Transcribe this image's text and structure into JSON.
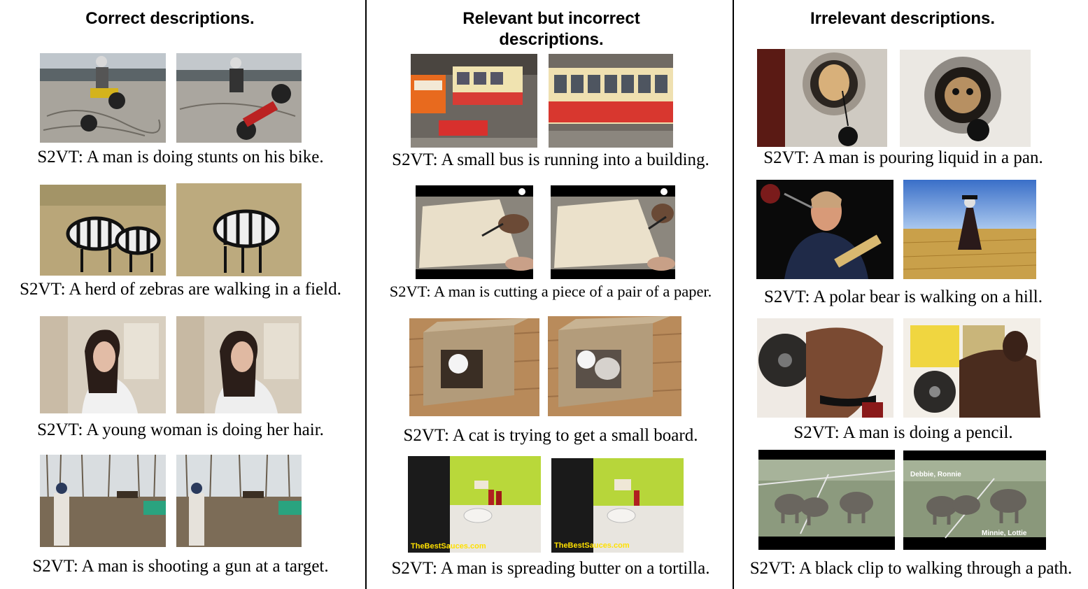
{
  "columns": [
    {
      "title": "Correct descriptions.",
      "examples": [
        {
          "caption": "S2VT: A man is doing stunts on his bike.",
          "scene": "motorbike-stunt-frames"
        },
        {
          "caption": "S2VT: A herd of zebras are walking in a field.",
          "scene": "zebras-field-frames"
        },
        {
          "caption": "S2VT: A young woman is doing her hair.",
          "scene": "woman-hair-frames"
        },
        {
          "caption": "S2VT: A man is shooting a gun at a target.",
          "scene": "shooting-range-frames"
        }
      ]
    },
    {
      "title_line1": "Relevant but incorrect",
      "title_line2": "descriptions.",
      "examples": [
        {
          "caption": "S2VT: A small bus is running into a building.",
          "scene": "toy-train-frames"
        },
        {
          "caption": "S2VT: A man is cutting a piece of a pair of a paper.",
          "scene": "drawing-paper-frames"
        },
        {
          "caption": "S2VT: A cat is trying to get a small board.",
          "scene": "cat-box-frames"
        },
        {
          "caption": "S2VT: A man is spreading butter on a tortilla.",
          "scene": "kitchen-cooking-frames",
          "watermark": "TheBestSauces.com"
        }
      ]
    },
    {
      "title": "Irrelevant descriptions.",
      "examples": [
        {
          "caption": "S2VT: A man is pouring liquid in a pan.",
          "scene": "dog-washing-machine-frames"
        },
        {
          "caption": "S2VT: A polar bear is walking on a hill.",
          "scene": "singer-wheatfield-frames"
        },
        {
          "caption": "S2VT: A man is doing a pencil.",
          "scene": "weightlifting-frames"
        },
        {
          "caption": "S2VT: A black clip to walking through a path.",
          "scene": "elephants-frames",
          "overlay_top": "Debbie, Ronnie",
          "overlay_bottom": "Minnie, Lottie"
        }
      ]
    }
  ]
}
